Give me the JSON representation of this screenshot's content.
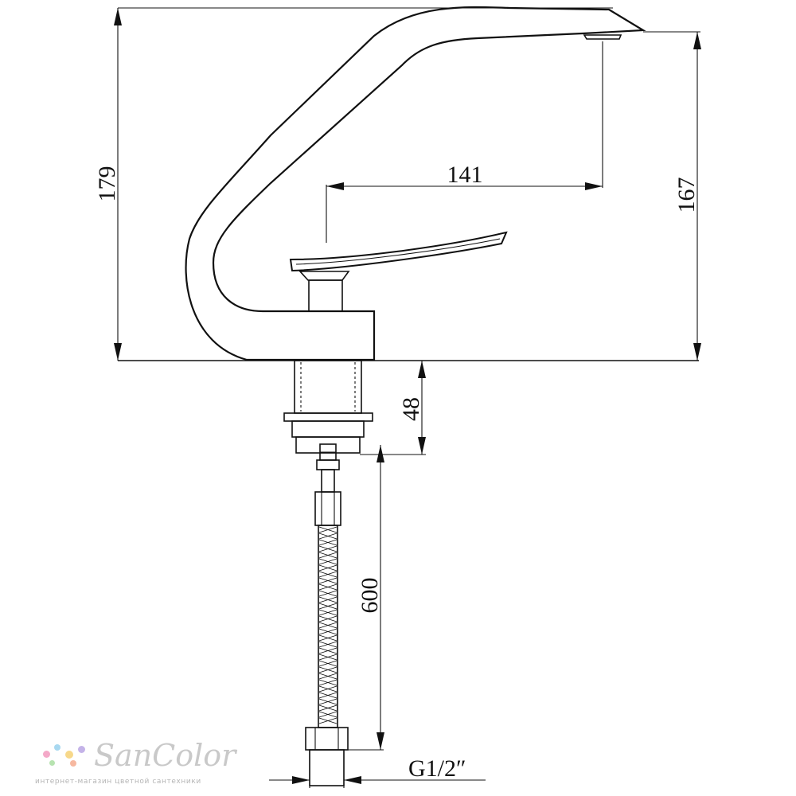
{
  "dimensions": {
    "overall_height": "179",
    "spout_height": "167",
    "spout_reach": "141",
    "shank_length": "48",
    "hose_length": "600",
    "thread": "G1/2″"
  },
  "brand": {
    "name": "SanColor",
    "tagline": "интернет-магазин цветной сантехники",
    "dot_colors": [
      "#f4a9c8",
      "#a8d8f0",
      "#f7d88a",
      "#c4b3e8",
      "#b7e3b0",
      "#f6b8a0"
    ]
  }
}
